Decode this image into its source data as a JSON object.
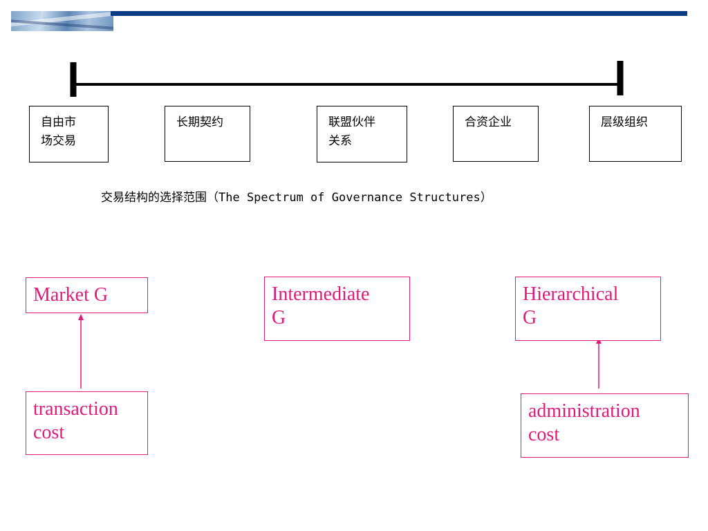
{
  "spectrum": {
    "boxes": [
      {
        "line1": "自由市",
        "line2": "场交易"
      },
      {
        "line1": "长期契约",
        "line2": ""
      },
      {
        "line1": "联盟伙伴",
        "line2": "关系"
      },
      {
        "line1": "合资企业",
        "line2": ""
      },
      {
        "line1": "层级组织",
        "line2": ""
      }
    ],
    "caption": "交易结构的选择范围（The Spectrum of Governance Structures）"
  },
  "governance": {
    "market": {
      "line1": "Market G",
      "line2": ""
    },
    "intermediate": {
      "line1": "Intermediate",
      "line2": "G"
    },
    "hierarchical": {
      "line1": "Hierarchical",
      "line2": "G"
    }
  },
  "costs": {
    "transaction": {
      "line1": "transaction",
      "line2": "cost"
    },
    "administration": {
      "line1": "administration",
      "line2": "cost"
    }
  },
  "colors": {
    "accent": "#e0197a",
    "header_bar": "#0b3b82",
    "text": "#000000"
  }
}
